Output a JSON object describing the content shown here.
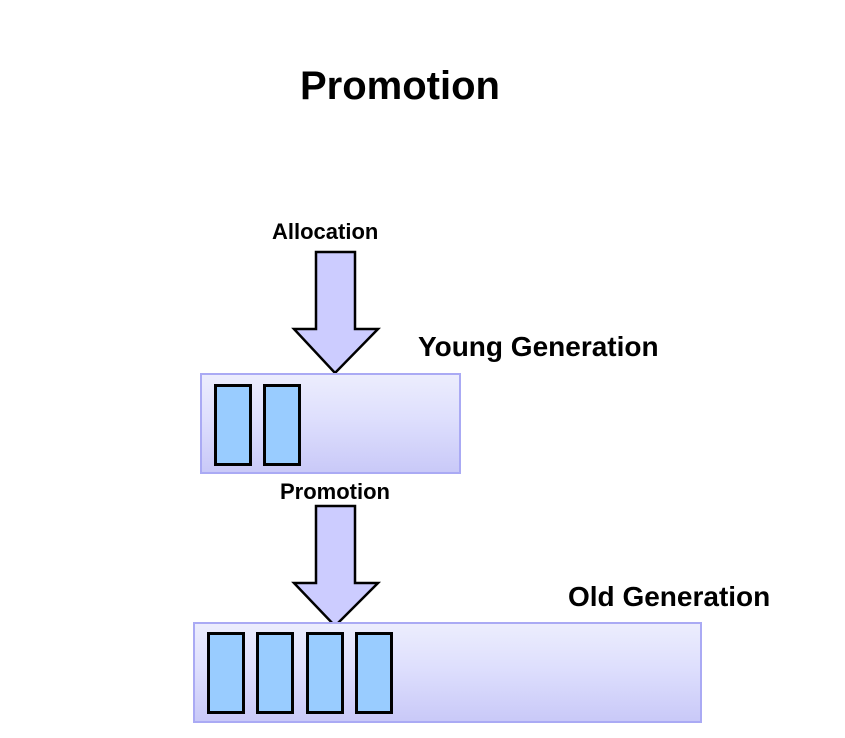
{
  "diagram": {
    "title": "Promotion",
    "allocation_label": "Allocation",
    "promotion_label": "Promotion",
    "young_generation_label": "Young Generation",
    "old_generation_label": "Old Generation",
    "young_generation_object_count": 2,
    "old_generation_object_count": 4,
    "colors": {
      "object_fill": "#99ccff",
      "arrow_fill": "#ccccff",
      "generation_fill": "#dedffd",
      "generation_border": "#aaaaf4"
    }
  }
}
